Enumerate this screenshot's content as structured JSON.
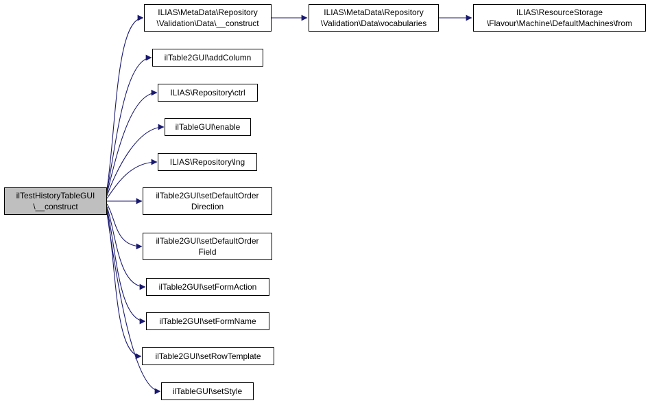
{
  "diagram": {
    "type": "call-graph",
    "background_color": "#ffffff",
    "edge_color": "#191970",
    "node_border_color": "#000000",
    "node_fill_color": "#ffffff",
    "highlighted_node_fill_color": "#bfbfbf"
  },
  "nodes": [
    {
      "id": "source",
      "highlighted": true,
      "lines": [
        "ilTestHistoryTableGUI",
        "\\__construct"
      ]
    },
    {
      "id": "md-construct",
      "highlighted": false,
      "lines": [
        "ILIAS\\MetaData\\Repository",
        "\\Validation\\Data\\__construct"
      ]
    },
    {
      "id": "md-vocabularies",
      "highlighted": false,
      "lines": [
        "ILIAS\\MetaData\\Repository",
        "\\Validation\\Data\\vocabularies"
      ]
    },
    {
      "id": "rs-from",
      "highlighted": false,
      "lines": [
        "ILIAS\\ResourceStorage",
        "\\Flavour\\Machine\\DefaultMachines\\from"
      ]
    },
    {
      "id": "addcolumn",
      "highlighted": false,
      "lines": [
        "ilTable2GUI\\addColumn"
      ]
    },
    {
      "id": "ctrl",
      "highlighted": false,
      "lines": [
        "ILIAS\\Repository\\ctrl"
      ]
    },
    {
      "id": "enable",
      "highlighted": false,
      "lines": [
        "ilTableGUI\\enable"
      ]
    },
    {
      "id": "lng",
      "highlighted": false,
      "lines": [
        "ILIAS\\Repository\\lng"
      ]
    },
    {
      "id": "setdefaultorderdirection",
      "highlighted": false,
      "lines": [
        "ilTable2GUI\\setDefaultOrder",
        "Direction"
      ]
    },
    {
      "id": "setdefaultorderfield",
      "highlighted": false,
      "lines": [
        "ilTable2GUI\\setDefaultOrder",
        "Field"
      ]
    },
    {
      "id": "setformaction",
      "highlighted": false,
      "lines": [
        "ilTable2GUI\\setFormAction"
      ]
    },
    {
      "id": "setformname",
      "highlighted": false,
      "lines": [
        "ilTable2GUI\\setFormName"
      ]
    },
    {
      "id": "setrowtemplate",
      "highlighted": false,
      "lines": [
        "ilTable2GUI\\setRowTemplate"
      ]
    },
    {
      "id": "setstyle",
      "highlighted": false,
      "lines": [
        "ilTableGUI\\setStyle"
      ]
    }
  ],
  "edges": [
    {
      "from": "source",
      "to": "md-construct"
    },
    {
      "from": "source",
      "to": "addcolumn"
    },
    {
      "from": "source",
      "to": "ctrl"
    },
    {
      "from": "source",
      "to": "enable"
    },
    {
      "from": "source",
      "to": "lng"
    },
    {
      "from": "source",
      "to": "setdefaultorderdirection"
    },
    {
      "from": "source",
      "to": "setdefaultorderfield"
    },
    {
      "from": "source",
      "to": "setformaction"
    },
    {
      "from": "source",
      "to": "setformname"
    },
    {
      "from": "source",
      "to": "setrowtemplate"
    },
    {
      "from": "source",
      "to": "setstyle"
    },
    {
      "from": "md-construct",
      "to": "md-vocabularies"
    },
    {
      "from": "md-vocabularies",
      "to": "rs-from"
    }
  ]
}
